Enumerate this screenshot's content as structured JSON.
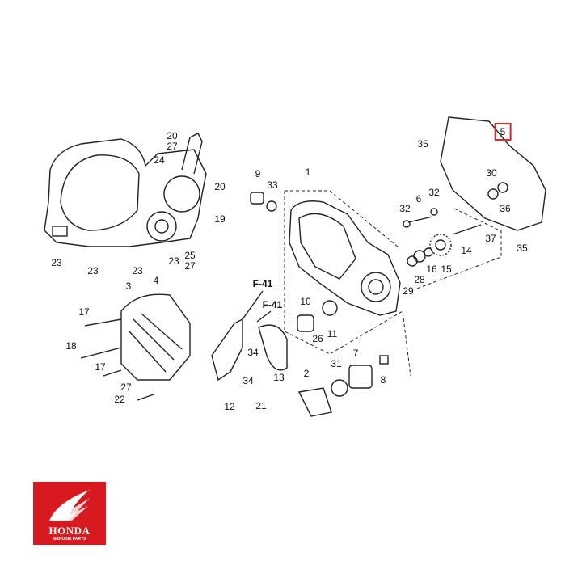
{
  "diagram": {
    "highlighted_part": "5",
    "labels": [
      "20",
      "27",
      "24",
      "20",
      "19",
      "23",
      "23",
      "23",
      "23",
      "25",
      "27",
      "9",
      "33",
      "1",
      "35",
      "30",
      "36",
      "32",
      "6",
      "32",
      "35",
      "37",
      "14",
      "15",
      "16",
      "28",
      "29",
      "10",
      "11",
      "26",
      "7",
      "8",
      "31",
      "2",
      "21",
      "13",
      "12",
      "34",
      "34",
      "3",
      "4",
      "17",
      "18",
      "17",
      "27",
      "22"
    ],
    "refs": [
      "F-41",
      "F-41"
    ]
  },
  "logo": {
    "brand": "HONDA",
    "tagline": "GENUINE PARTS"
  }
}
